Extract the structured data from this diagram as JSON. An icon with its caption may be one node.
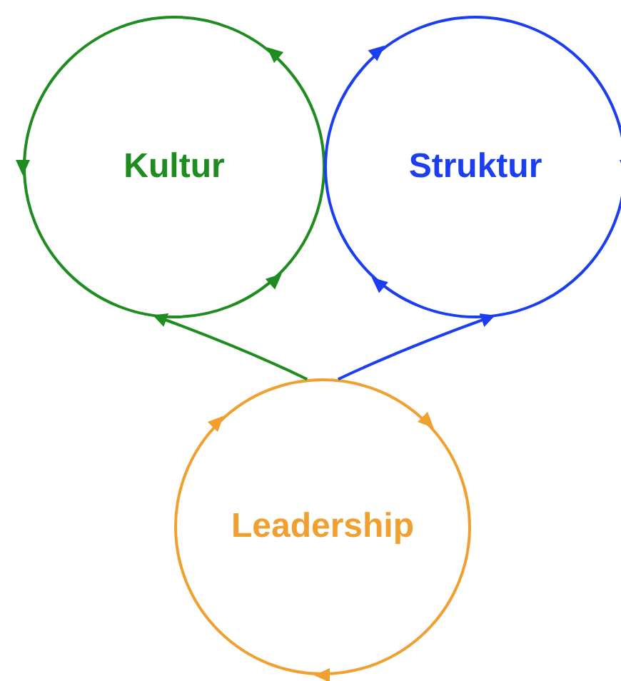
{
  "diagram": {
    "nodes": [
      {
        "text": [
          "Kultur"
        ]
      },
      {
        "text": [
          "Struktur"
        ]
      },
      {
        "text": [
          "Leadership"
        ]
      }
    ],
    "edges": [
      {
        "from": 2,
        "to": 0,
        "arrow": "to",
        "color": "#1e8c1e"
      },
      {
        "from": 2,
        "to": 1,
        "arrow": "to",
        "color": "#1a3ef0"
      }
    ]
  }
}
